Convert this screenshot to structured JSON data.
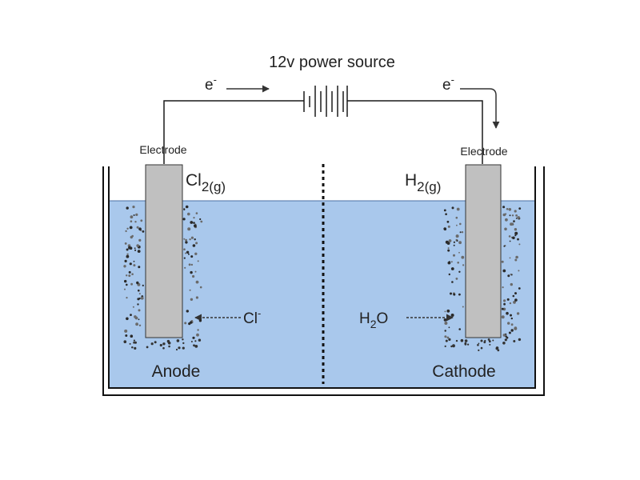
{
  "diagram": {
    "power_label": "12v power source",
    "electron": {
      "base": "e",
      "charge": "-"
    },
    "electrode_label": "Electrode",
    "anode": {
      "label": "Anode",
      "gas": {
        "base": "Cl",
        "sub": "2(g)"
      },
      "ion": {
        "base": "Cl",
        "charge": "-"
      }
    },
    "cathode": {
      "label": "Cathode",
      "gas": {
        "base": "H",
        "sub": "2(g)"
      },
      "molecule": {
        "pre": "H",
        "sub": "2",
        "post": "O"
      }
    },
    "colors": {
      "solution": "#a9c8ec",
      "electrode": "#c0c0c0",
      "wire": "#1a1a1a",
      "outline": "#111111"
    }
  }
}
